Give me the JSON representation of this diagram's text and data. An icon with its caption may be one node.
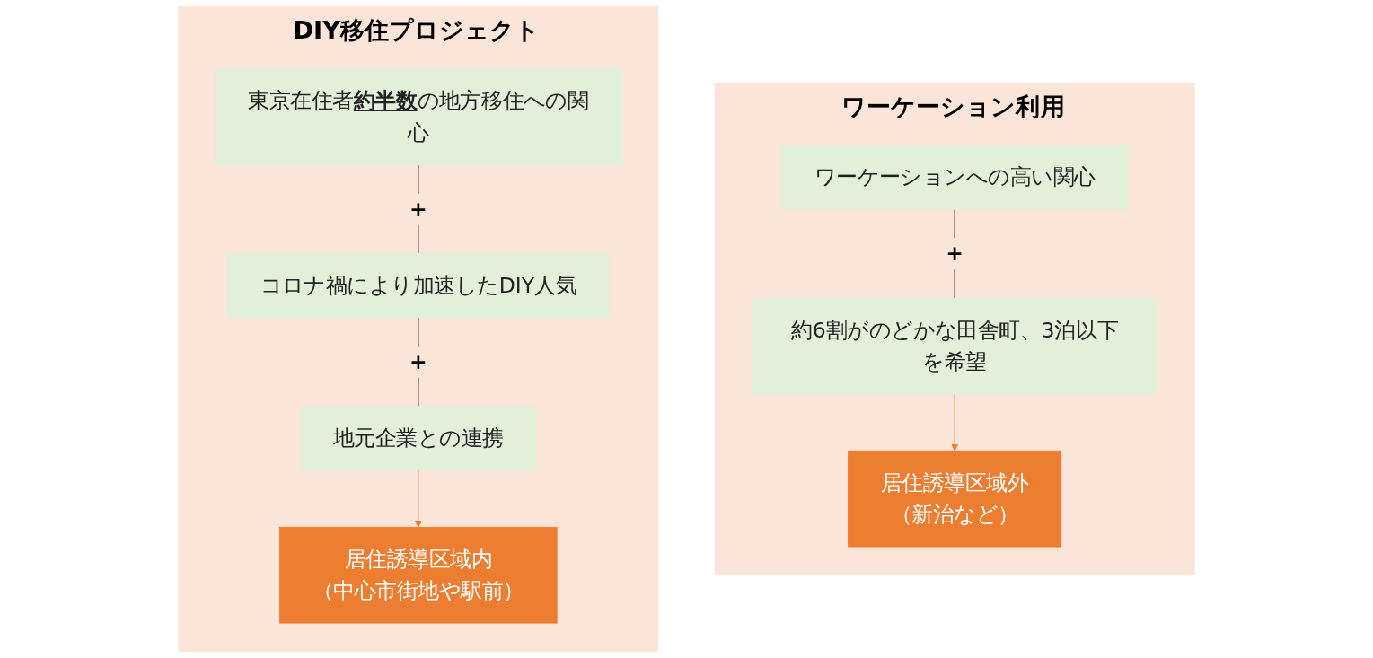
{
  "diagram": {
    "nodes": [
      {
        "text": [
          "DIY移住プロジェクト"
        ]
      },
      {
        "text": [
          "東京在住者**約半数**の地方移住への関心"
        ],
        "in": 0
      },
      {
        "text": [
          "コロナ禍により加速したDIY人気"
        ],
        "in": 0
      },
      {
        "text": [
          "地元企業との連携"
        ],
        "in": 0
      },
      {
        "text": [
          "居住誘導区域内",
          "（中心市街地や駅前）"
        ],
        "in": 0
      },
      {
        "text": [
          "ワーケーション利用"
        ]
      },
      {
        "text": [
          "ワーケーションへの高い関心"
        ],
        "in": 5
      },
      {
        "text": [
          "約6割がのどかな田舎町、3泊以下を希望"
        ],
        "in": 5
      },
      {
        "text": [
          "居住誘導区域外",
          "（新治など）"
        ],
        "in": 5
      }
    ],
    "edges": [
      {
        "from": 1,
        "to": 2,
        "arrow": "none",
        "label": "+"
      },
      {
        "from": 2,
        "to": 3,
        "arrow": "none",
        "label": "+"
      },
      {
        "from": 3,
        "to": 4,
        "arrow": "to",
        "color": "#ed7d31"
      },
      {
        "from": 6,
        "to": 7,
        "arrow": "none",
        "label": "+"
      },
      {
        "from": 7,
        "to": 8,
        "arrow": "to",
        "color": "#ed7d31"
      }
    ]
  }
}
